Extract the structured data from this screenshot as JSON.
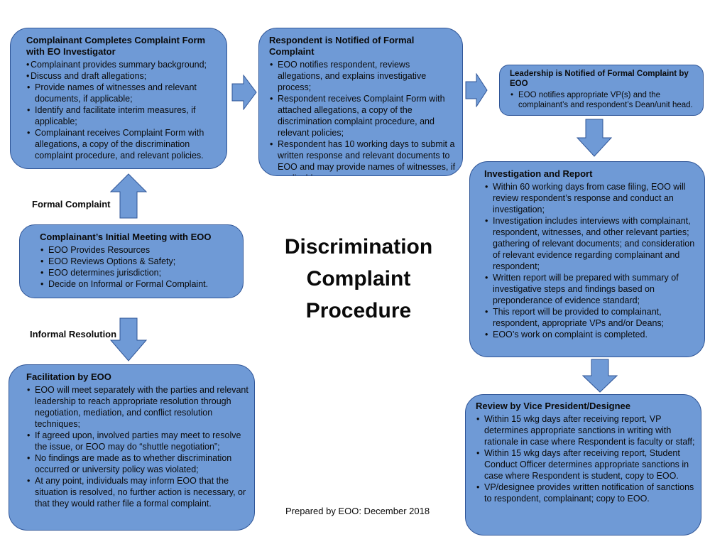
{
  "title": {
    "line1": "Discrimination",
    "line2": "Complaint",
    "line3": "Procedure"
  },
  "footer": "Prepared by EOO: December 2018",
  "labels": {
    "formal": "Formal Complaint",
    "informal": "Informal Resolution"
  },
  "colors": {
    "box_fill": "#6f9ad6",
    "box_border": "#2f5597",
    "arrow_fill": "#6f9ad6"
  },
  "boxes": {
    "complaint_form": {
      "title_line1": "Complainant Completes Complaint Form",
      "title_line2": "with EO Investigator",
      "items": [
        "Complainant provides summary background;",
        "Discuss and draft allegations;",
        "Provide names of witnesses and relevant documents, if applicable;",
        "Identify and facilitate interim measures, if applicable;",
        "Complainant receives Complaint Form with allegations, a copy of the discrimination complaint procedure, and relevant policies."
      ]
    },
    "respondent": {
      "title": "Respondent is Notified of Formal Complaint",
      "items": [
        "EOO notifies respondent, reviews allegations, and explains investigative process;",
        "Respondent receives Complaint Form with attached allegations, a copy of the discrimination complaint procedure, and relevant policies;",
        "Respondent has 10 working days to submit a written response and relevant documents to EOO and may provide names of witnesses, if applicable."
      ]
    },
    "leadership": {
      "title": "Leadership is Notified of Formal Complaint by EOO",
      "items": [
        "EOO notifies appropriate VP(s) and the complainant’s and respondent’s Dean/unit head."
      ]
    },
    "initial_meeting": {
      "title": "Complainant’s Initial Meeting with EOO",
      "items": [
        "EOO Provides Resources",
        "EOO Reviews Options & Safety;",
        "EOO determines jurisdiction;",
        "Decide on Informal or Formal Complaint."
      ]
    },
    "investigation": {
      "title": "Investigation and Report",
      "items": [
        "Within 60 working days from case filing, EOO will review respondent’s response and conduct an investigation;",
        "Investigation includes interviews with complainant, respondent, witnesses, and other relevant parties; gathering of relevant documents; and consideration of relevant evidence regarding complainant and respondent;",
        "Written report will be prepared with summary of investigative steps and findings based on preponderance of evidence standard;",
        "This report will be provided to complainant, respondent, appropriate VPs and/or Deans;",
        "EOO’s work on complaint is completed."
      ]
    },
    "facilitation": {
      "title": "Facilitation by EOO",
      "items": [
        "EOO will meet separately with the parties and relevant leadership to reach appropriate resolution through negotiation, mediation, and conflict resolution techniques;",
        "If agreed upon, involved parties may meet to resolve the issue, or EOO may do “shuttle negotiation”;",
        "No findings are made as to whether discrimination occurred or university policy was violated;",
        "At any point, individuals may inform EOO that the situation is resolved, no further action is necessary, or that they would rather file a formal complaint."
      ]
    },
    "review": {
      "title": "Review by Vice President/Designee",
      "items": [
        "Within 15 wkg days after receiving report, VP determines appropriate sanctions in writing with rationale in case where Respondent is faculty or staff;",
        "Within 15 wkg days after receiving report,  Student Conduct Officer determines appropriate sanctions in case where Respondent is student, copy to EOO.",
        "VP/designee provides written notification of sanctions to respondent, complainant; copy to EOO."
      ]
    }
  }
}
